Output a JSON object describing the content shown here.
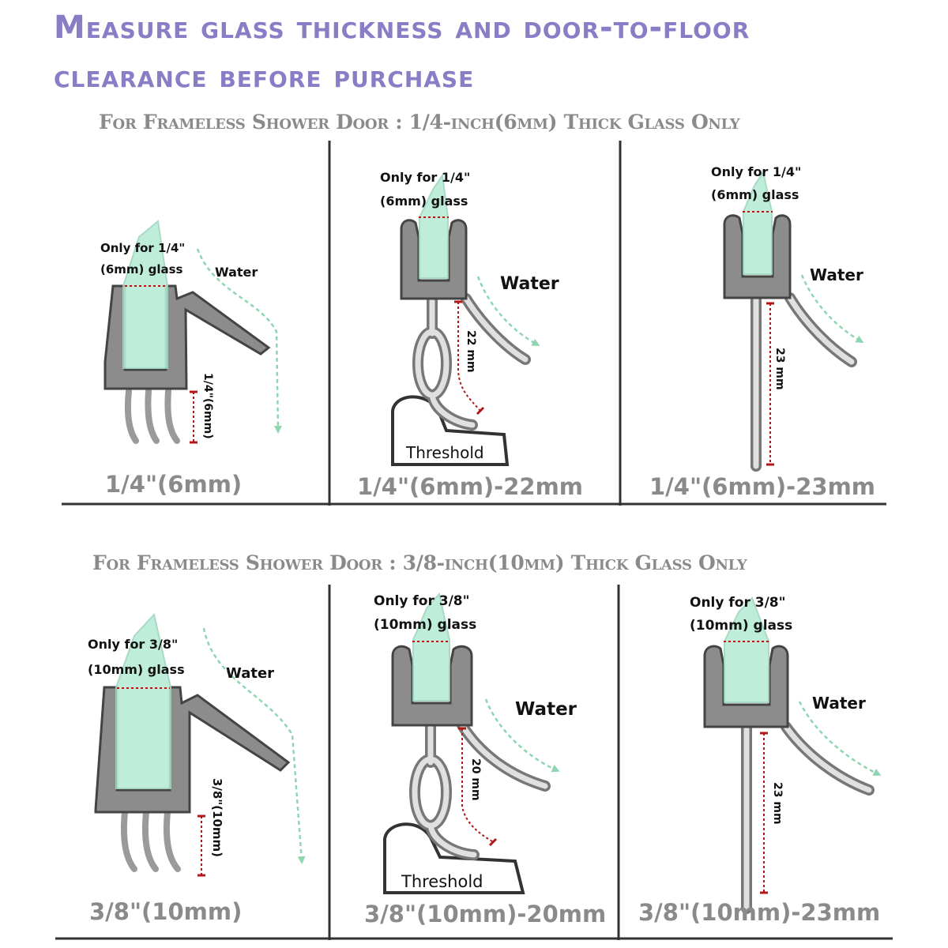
{
  "title": {
    "line1": "Measure glass thickness and door-to-floor",
    "line2": "clearance before purchase"
  },
  "colors": {
    "title": "#8b7cc6",
    "subtitle": "#8a8a8a",
    "seal": "#8c8c8c",
    "glass": "#b8ecd6",
    "water_arrow": "#8fd6b0",
    "dimension": "#b01818"
  },
  "sections": [
    {
      "heading": "For Frameless Shower Door : 1/4-inch(6mm) Thick Glass Only",
      "panels": [
        {
          "note_line1": "Only for 1/4\"",
          "note_line2": "(6mm) glass",
          "water": "Water",
          "dimension": "1/4\"(6mm)",
          "caption": "1/4\"(6mm)"
        },
        {
          "note_line1": "Only for 1/4\"",
          "note_line2": "(6mm) glass",
          "water": "Water",
          "dimension": "22 mm",
          "threshold": "Threshold",
          "caption": "1/4\"(6mm)-22mm"
        },
        {
          "note_line1": "Only for 1/4\"",
          "note_line2": "(6mm) glass",
          "water": "Water",
          "dimension": "23 mm",
          "caption": "1/4\"(6mm)-23mm"
        }
      ]
    },
    {
      "heading": "For Frameless Shower Door : 3/8-inch(10mm) Thick Glass Only",
      "panels": [
        {
          "note_line1": "Only for 3/8\"",
          "note_line2": "(10mm) glass",
          "water": "Water",
          "dimension": "3/8\"(10mm)",
          "caption": "3/8\"(10mm)"
        },
        {
          "note_line1": "Only for 3/8\"",
          "note_line2": "(10mm) glass",
          "water": "Water",
          "dimension": "20 mm",
          "threshold": "Threshold",
          "caption": "3/8\"(10mm)-20mm"
        },
        {
          "note_line1": "Only for 3/8\"",
          "note_line2": "(10mm) glass",
          "water": "Water",
          "dimension": "23 mm",
          "caption": "3/8\"(10mm)-23mm"
        }
      ]
    }
  ]
}
